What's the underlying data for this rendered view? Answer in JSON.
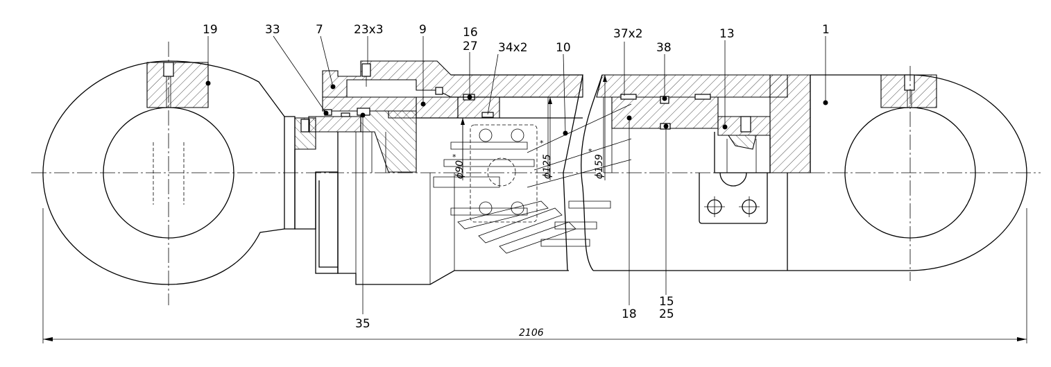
{
  "diagram": {
    "callouts": {
      "c19": "19",
      "c33": "33",
      "c7": "7",
      "c23x3": "23x3",
      "c9": "9",
      "c16": "16",
      "c27": "27",
      "c34x2": "34x2",
      "c10": "10",
      "c37x2": "37x2",
      "c38": "38",
      "c13": "13",
      "c1": "1",
      "c35": "35",
      "c18": "18",
      "c15": "15",
      "c25": "25"
    },
    "dimensions": {
      "overall_length": "2106",
      "d90": "ϕ90",
      "d125": "ϕ125",
      "d159": "ϕ159",
      "star": "*"
    }
  }
}
